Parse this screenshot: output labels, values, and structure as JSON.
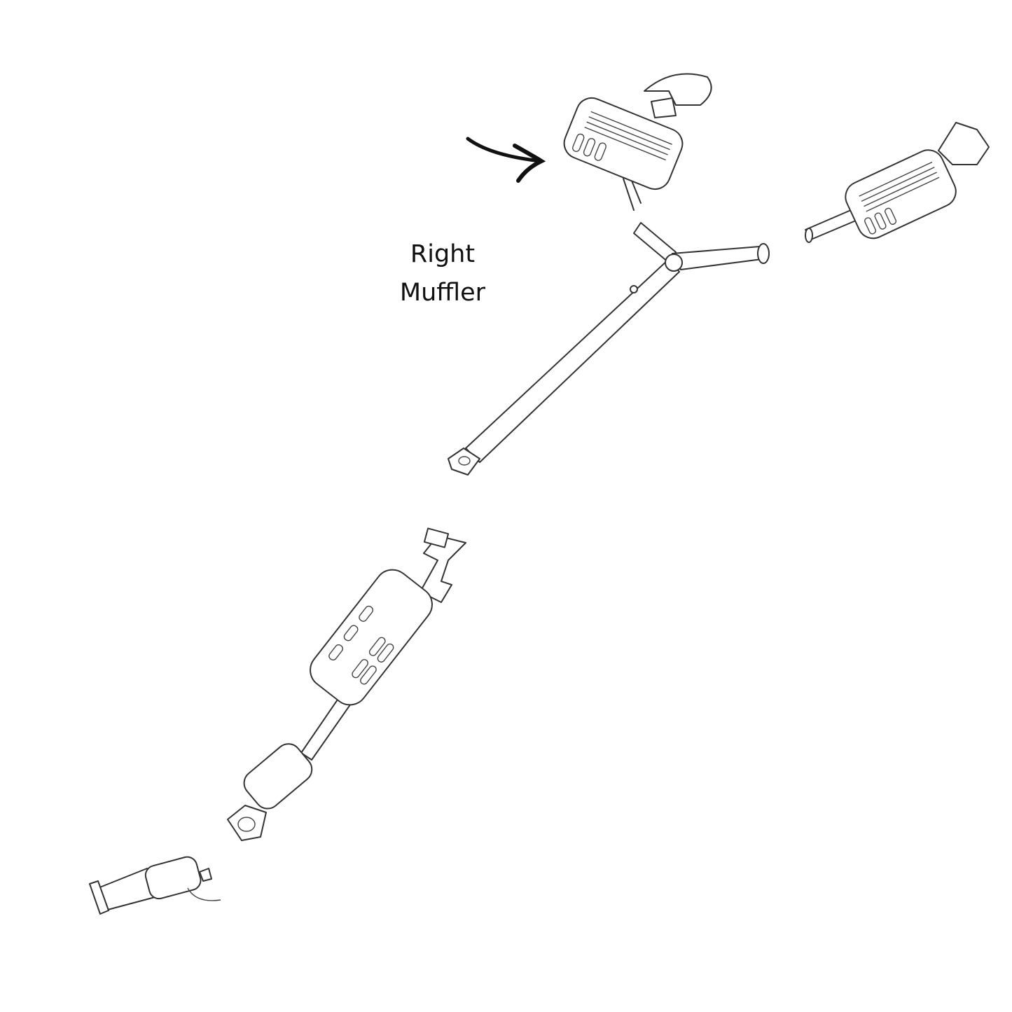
{
  "annotation": {
    "label_line1": "Right",
    "label_line2": "Muffler",
    "arrow_color": "#111111"
  },
  "parts": [
    "right-muffler",
    "left-muffler",
    "y-pipe",
    "center-resonator",
    "catalytic-converter",
    "front-pipe"
  ]
}
